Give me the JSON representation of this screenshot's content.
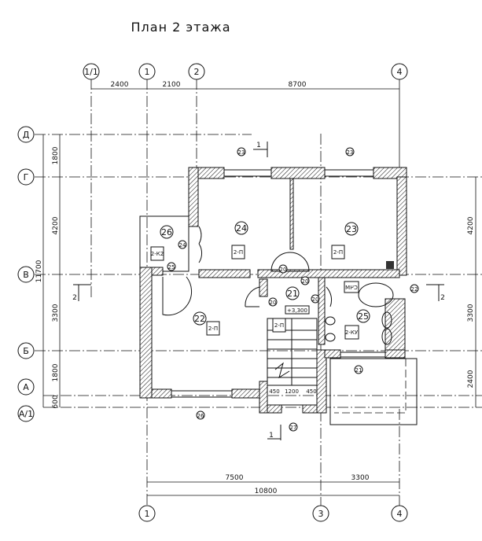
{
  "title": "План 2 этажа",
  "axes": {
    "vertical_top": [
      "1/1",
      "1",
      "2",
      "4"
    ],
    "vertical_bottom": [
      "1",
      "3",
      "4"
    ],
    "horizontal": [
      "Д",
      "Г",
      "В",
      "Б",
      "А",
      "А/1"
    ]
  },
  "dimensions": {
    "top": [
      "2400",
      "2100",
      "8700"
    ],
    "left": [
      "1800",
      "4200",
      "3300",
      "1800",
      "600"
    ],
    "left_total": "11700",
    "right": [
      "4200",
      "3300",
      "2400"
    ],
    "bottom": [
      "7500",
      "3300"
    ],
    "bottom_total": "10800",
    "stair": [
      "450",
      "1200",
      "450"
    ]
  },
  "rooms": {
    "large": [
      "26",
      "24",
      "23",
      "22",
      "21",
      "25"
    ],
    "small": [
      "23",
      "23",
      "24",
      "25",
      "20",
      "20",
      "20",
      "20",
      "22",
      "21",
      "26",
      "27"
    ]
  },
  "tags": [
    "2-К2",
    "2-П",
    "2-П",
    "2-П",
    "2-П",
    "2-КУ"
  ],
  "elevation": "+3,300",
  "equipment": "СЧМ",
  "sections": [
    "1",
    "1",
    "2",
    "2"
  ]
}
